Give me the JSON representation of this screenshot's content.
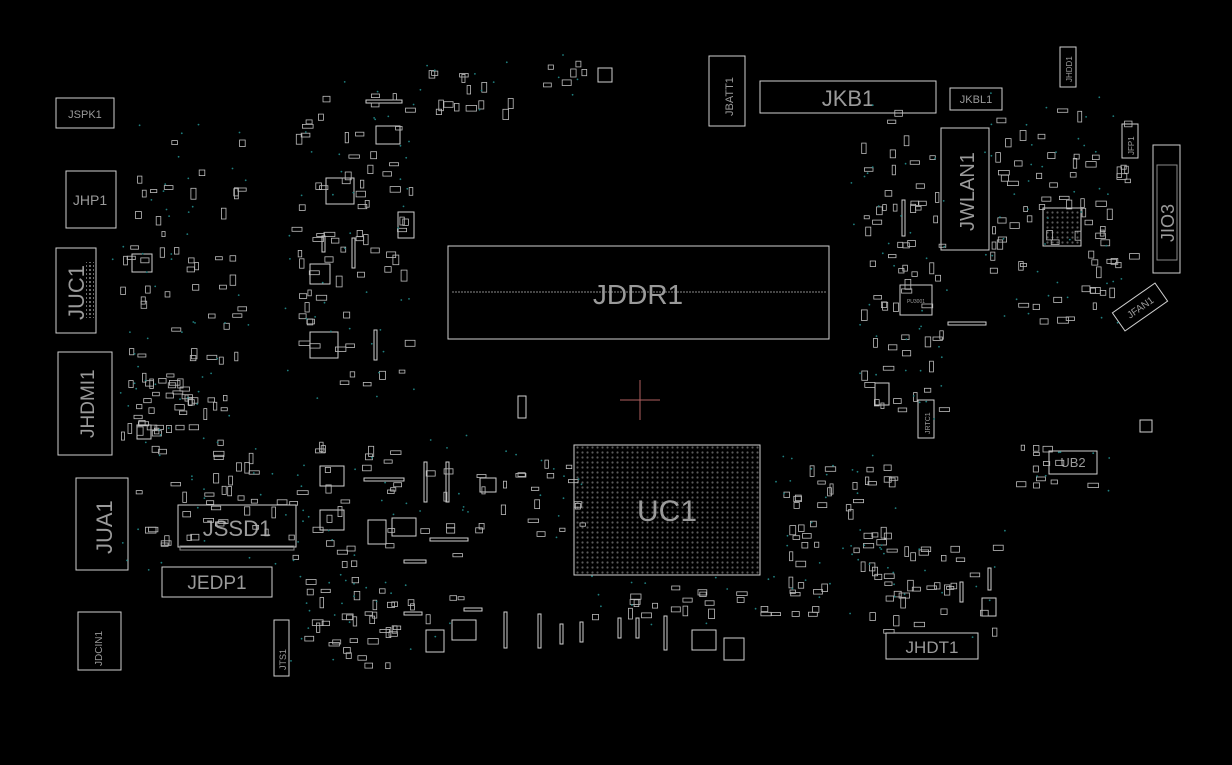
{
  "board": {
    "background": "#000000",
    "outline_color": "#cfcfcf",
    "text_color": "#9a9a9a",
    "via_color": "#1f7f7f",
    "cursor_color": "#b06060"
  },
  "labels": {
    "jddr1": "JDDR1",
    "uc1": "UC1",
    "jkb1": "JKB1",
    "jkbl1": "JKBL1",
    "jbatt1": "JBATT1",
    "jhdd1": "JHDD1",
    "jfp1": "JFP1",
    "jwlan1": "JWLAN1",
    "jio3": "JIO3",
    "jfan1": "JFAN1",
    "jspk1": "JSPK1",
    "jhp1": "JHP1",
    "juc1": "JUC1",
    "jhdmi1": "JHDMI1",
    "jua1": "JUA1",
    "jssd1": "JSSD1",
    "jedp1": "JEDP1",
    "jdcin1": "JDCIN1",
    "jts1": "JTS1",
    "jhdt1": "JHDT1",
    "ub2": "UB2",
    "jrtc1": "JRTC1",
    "pu3001": "PU3001"
  }
}
